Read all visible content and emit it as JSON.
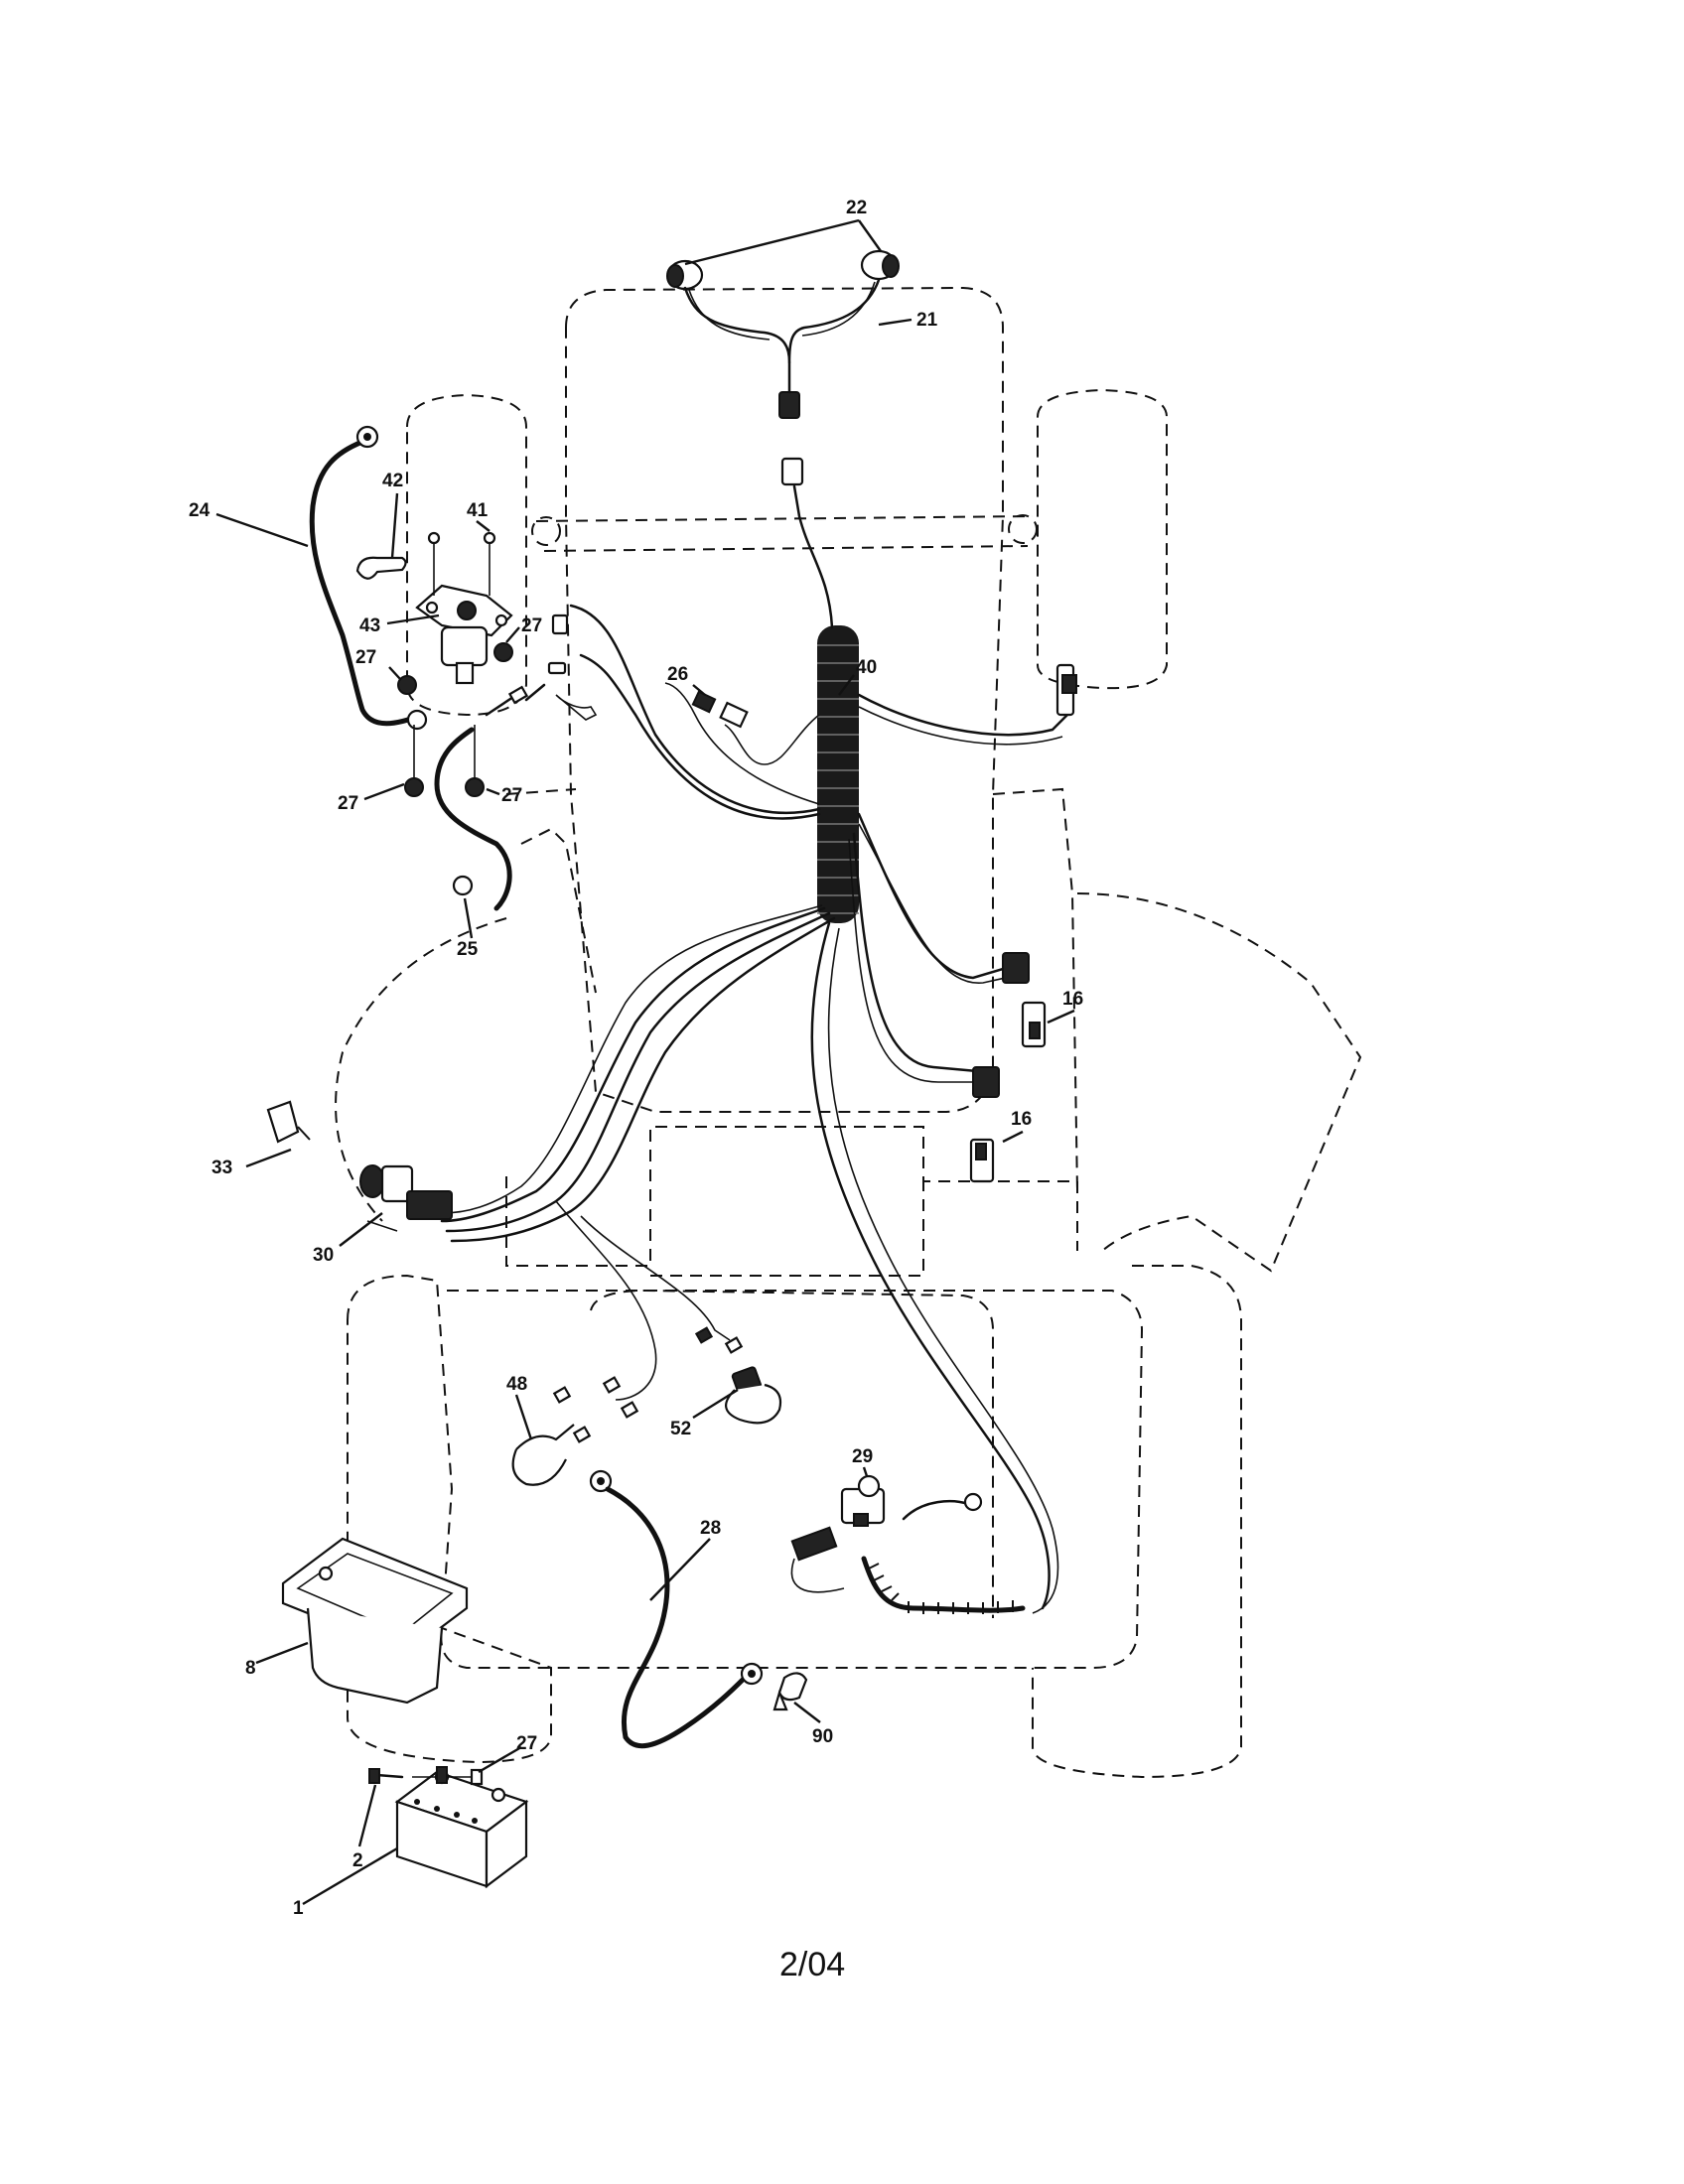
{
  "footer": "2/04",
  "callouts": {
    "c22": "22",
    "c21": "21",
    "c24": "24",
    "c42": "42",
    "c41": "41",
    "c43": "43",
    "c27a": "27",
    "c27b": "27",
    "c27c": "27",
    "c27d": "27",
    "c27e": "27",
    "c26": "26",
    "c40": "40",
    "c25": "25",
    "c16a": "16",
    "c16b": "16",
    "c33": "33",
    "c30": "30",
    "c48": "48",
    "c52": "52",
    "c29": "29",
    "c28": "28",
    "c8": "8",
    "c90": "90",
    "c2": "2",
    "c1": "1"
  }
}
